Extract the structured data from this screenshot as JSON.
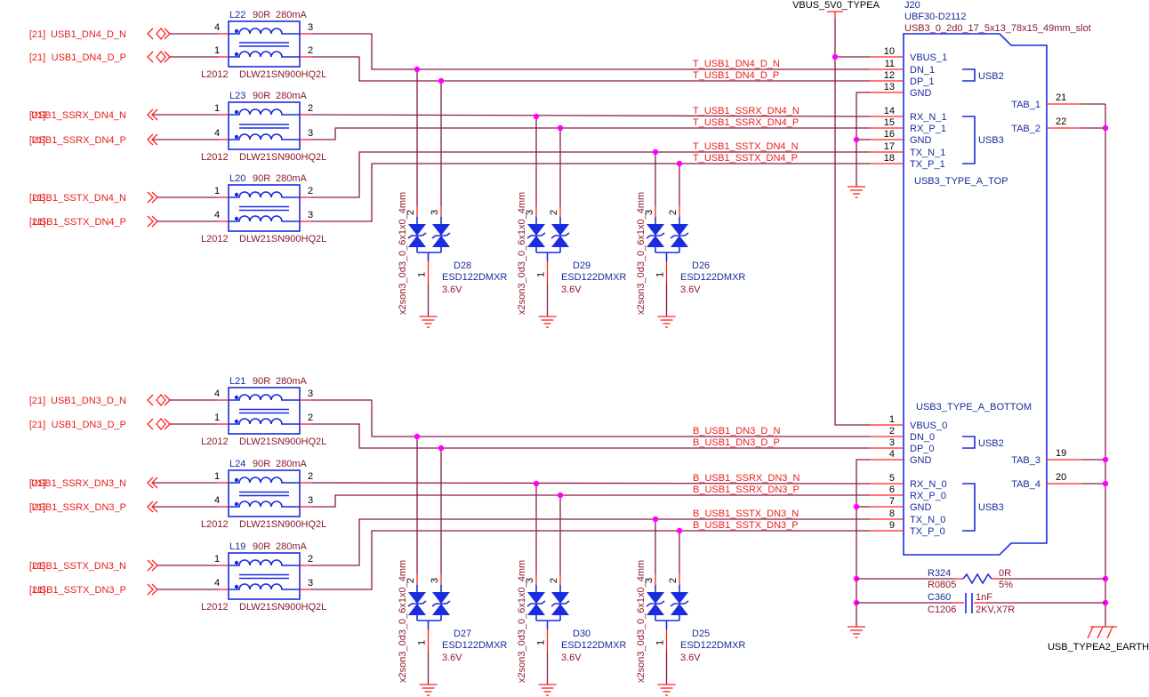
{
  "schematic": {
    "vbus_net": "VBUS_5V0_TYPEA",
    "connector": {
      "ref": "J20",
      "part": "UBF30-D2112",
      "footprint": "USB3_0_2d0_17_5x13_78x15_49mm_slot",
      "top_label": "USB3_TYPE_A_TOP",
      "bottom_label": "USB3_TYPE_A_BOTTOM",
      "top_pins": [
        {
          "num": "10",
          "name": "VBUS_1",
          "net": ""
        },
        {
          "num": "11",
          "name": "DN_1",
          "net": "T_USB1_DN4_D_N"
        },
        {
          "num": "12",
          "name": "DP_1",
          "net": "T_USB1_DN4_D_P"
        },
        {
          "num": "13",
          "name": "GND",
          "net": ""
        },
        {
          "num": "14",
          "name": "RX_N_1",
          "net": "T_USB1_SSRX_DN4_N"
        },
        {
          "num": "15",
          "name": "RX_P_1",
          "net": "T_USB1_SSRX_DN4_P"
        },
        {
          "num": "16",
          "name": "GND",
          "net": ""
        },
        {
          "num": "17",
          "name": "TX_N_1",
          "net": "T_USB1_SSTX_DN4_N"
        },
        {
          "num": "18",
          "name": "TX_P_1",
          "net": "T_USB1_SSTX_DN4_P"
        }
      ],
      "bottom_pins": [
        {
          "num": "1",
          "name": "VBUS_0",
          "net": ""
        },
        {
          "num": "2",
          "name": "DN_0",
          "net": "B_USB1_DN3_D_N"
        },
        {
          "num": "3",
          "name": "DP_0",
          "net": "B_USB1_DN3_D_P"
        },
        {
          "num": "4",
          "name": "GND",
          "net": ""
        },
        {
          "num": "5",
          "name": "RX_N_0",
          "net": "B_USB1_SSRX_DN3_N"
        },
        {
          "num": "6",
          "name": "RX_P_0",
          "net": "B_USB1_SSRX_DN3_P"
        },
        {
          "num": "7",
          "name": "GND",
          "net": ""
        },
        {
          "num": "8",
          "name": "TX_N_0",
          "net": "B_USB1_SSTX_DN3_N"
        },
        {
          "num": "9",
          "name": "TX_P_0",
          "net": "B_USB1_SSTX_DN3_P"
        }
      ],
      "tabs": [
        {
          "num": "21",
          "name": "TAB_1"
        },
        {
          "num": "22",
          "name": "TAB_2"
        },
        {
          "num": "19",
          "name": "TAB_3"
        },
        {
          "num": "20",
          "name": "TAB_4"
        }
      ],
      "group_usb2": "USB2",
      "group_usb3": "USB3"
    },
    "ports": [
      {
        "sheet": "[21]",
        "name": "USB1_DN4_D_N",
        "kind": "bidir"
      },
      {
        "sheet": "[21]",
        "name": "USB1_DN4_D_P",
        "kind": "bidir"
      },
      {
        "sheet": "[21]",
        "name": "USB1_SSRX_DN4_N",
        "kind": "in"
      },
      {
        "sheet": "[21]",
        "name": "USB1_SSRX_DN4_P",
        "kind": "in"
      },
      {
        "sheet": "[21]",
        "name": "USB1_SSTX_DN4_N",
        "kind": "out"
      },
      {
        "sheet": "[21]",
        "name": "USB1_SSTX_DN4_P",
        "kind": "out"
      },
      {
        "sheet": "[21]",
        "name": "USB1_DN3_D_N",
        "kind": "bidir"
      },
      {
        "sheet": "[21]",
        "name": "USB1_DN3_D_P",
        "kind": "bidir"
      },
      {
        "sheet": "[21]",
        "name": "USB1_SSRX_DN3_N",
        "kind": "in"
      },
      {
        "sheet": "[21]",
        "name": "USB1_SSRX_DN3_P",
        "kind": "in"
      },
      {
        "sheet": "[21]",
        "name": "USB1_SSTX_DN3_N",
        "kind": "out"
      },
      {
        "sheet": "[21]",
        "name": "USB1_SSTX_DN3_P",
        "kind": "out"
      }
    ],
    "chokes": [
      {
        "ref": "L22",
        "value": "90R",
        "current": "280mA",
        "footprint": "L2012",
        "part": "DLW21SN900HQ2L",
        "pins_left": [
          "4",
          "1"
        ],
        "pins_right": [
          "3",
          "2"
        ]
      },
      {
        "ref": "L23",
        "value": "90R",
        "current": "280mA",
        "footprint": "L2012",
        "part": "DLW21SN900HQ2L",
        "pins_left": [
          "1",
          "4"
        ],
        "pins_right": [
          "2",
          "3"
        ]
      },
      {
        "ref": "L20",
        "value": "90R",
        "current": "280mA",
        "footprint": "L2012",
        "part": "DLW21SN900HQ2L",
        "pins_left": [
          "1",
          "4"
        ],
        "pins_right": [
          "2",
          "3"
        ]
      },
      {
        "ref": "L21",
        "value": "90R",
        "current": "280mA",
        "footprint": "L2012",
        "part": "DLW21SN900HQ2L",
        "pins_left": [
          "4",
          "1"
        ],
        "pins_right": [
          "3",
          "2"
        ]
      },
      {
        "ref": "L24",
        "value": "90R",
        "current": "280mA",
        "footprint": "L2012",
        "part": "DLW21SN900HQ2L",
        "pins_left": [
          "1",
          "4"
        ],
        "pins_right": [
          "2",
          "3"
        ]
      },
      {
        "ref": "L19",
        "value": "90R",
        "current": "280mA",
        "footprint": "L2012",
        "part": "DLW21SN900HQ2L",
        "pins_left": [
          "1",
          "4"
        ],
        "pins_right": [
          "2",
          "3"
        ]
      }
    ],
    "esd": [
      {
        "ref": "D28",
        "part": "ESD122DMXR",
        "voltage": "3.6V",
        "footprint": "x2son3_0d3_0_6x1x0_4mm",
        "pins": [
          "2",
          "3",
          "1"
        ]
      },
      {
        "ref": "D29",
        "part": "ESD122DMXR",
        "voltage": "3.6V",
        "footprint": "x2son3_0d3_0_6x1x0_4mm",
        "pins": [
          "3",
          "2",
          "1"
        ]
      },
      {
        "ref": "D26",
        "part": "ESD122DMXR",
        "voltage": "3.6V",
        "footprint": "x2son3_0d3_0_6x1x0_4mm",
        "pins": [
          "3",
          "2",
          "1"
        ]
      },
      {
        "ref": "D27",
        "part": "ESD122DMXR",
        "voltage": "3.6V",
        "footprint": "x2son3_0d3_0_6x1x0_4mm",
        "pins": [
          "2",
          "3",
          "1"
        ]
      },
      {
        "ref": "D30",
        "part": "ESD122DMXR",
        "voltage": "3.6V",
        "footprint": "x2son3_0d3_0_6x1x0_4mm",
        "pins": [
          "3",
          "2",
          "1"
        ]
      },
      {
        "ref": "D25",
        "part": "ESD122DMXR",
        "voltage": "3.6V",
        "footprint": "x2son3_0d3_0_6x1x0_4mm",
        "pins": [
          "3",
          "2",
          "1"
        ]
      }
    ],
    "resistor": {
      "ref": "R324",
      "footprint": "R0805",
      "value": "0R",
      "tolerance": "5%"
    },
    "capacitor": {
      "ref": "C360",
      "footprint": "C1206",
      "value": "1nF",
      "rating": "2KV,X7R"
    },
    "earth_net": "USB_TYPEA2_EARTH",
    "colors": {
      "wire": "#8b1a4a",
      "pin": "#ff2020",
      "symbol": "#1a2be0",
      "junction": "#ff00ff",
      "port": "#e8201c"
    }
  }
}
